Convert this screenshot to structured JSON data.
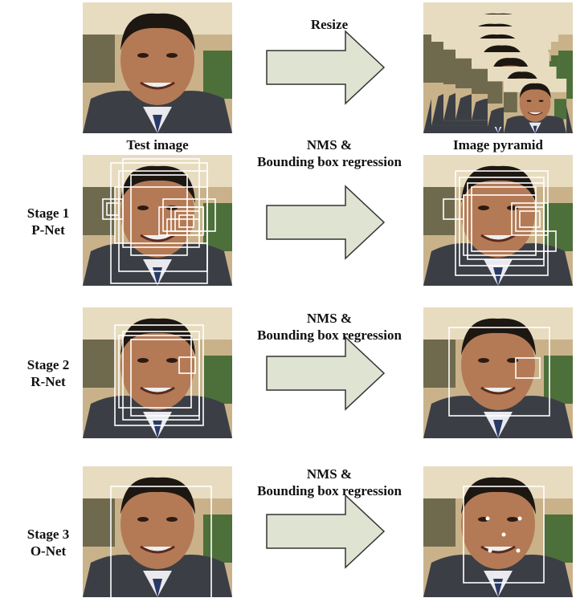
{
  "labels": {
    "resize": "Resize",
    "test_image": "Test image",
    "image_pyramid": "Image pyramid",
    "nms_line1": "NMS &",
    "nms_line2": "Bounding box regression"
  },
  "stages": [
    {
      "stage": "Stage 1",
      "net": "P-Net"
    },
    {
      "stage": "Stage 2",
      "net": "R-Net"
    },
    {
      "stage": "Stage 3",
      "net": "O-Net"
    }
  ],
  "colors": {
    "arrow_fill": "#dfe3d2",
    "arrow_stroke": "#333333",
    "box": "#ffffff"
  }
}
